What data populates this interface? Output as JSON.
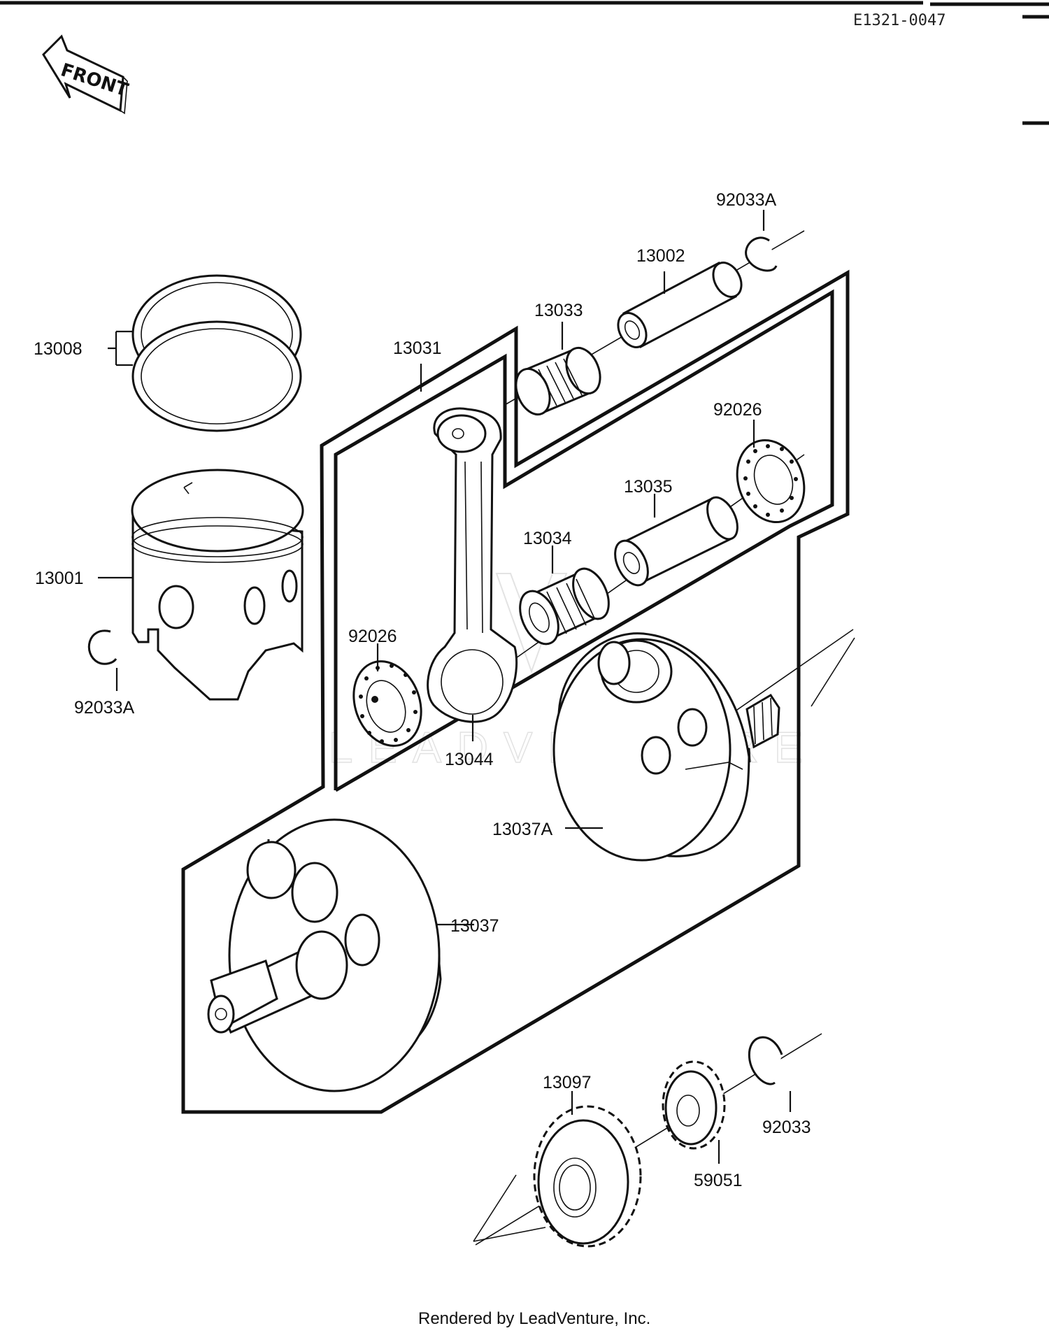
{
  "diagram_code": "E1321-0047",
  "front_arrow_label": "FRONT",
  "footer_text": "Rendered by LeadVenture, Inc.",
  "watermark_text": "LEADVENTURE",
  "part_labels": {
    "p13008": "13008",
    "p13001": "13001",
    "p92033A_left": "92033A",
    "p13031": "13031",
    "p13033": "13033",
    "p13002": "13002",
    "p92033A_right": "92033A",
    "p92026_right": "92026",
    "p13035": "13035",
    "p13034": "13034",
    "p92026_left": "92026",
    "p13044": "13044",
    "p13037A": "13037A",
    "p13037": "13037",
    "p13097": "13097",
    "p59051": "59051",
    "p92033": "92033"
  }
}
